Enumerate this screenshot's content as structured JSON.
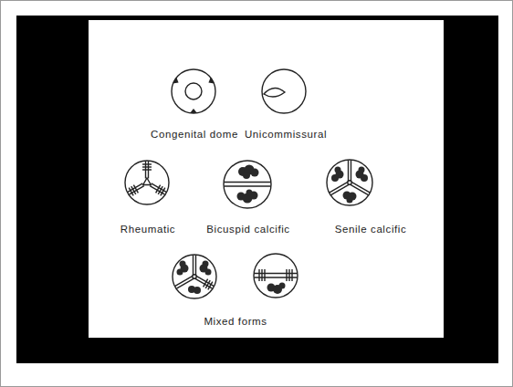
{
  "diagram": {
    "labels": [
      "Congenital dome",
      "Unicommissural",
      "Rheumatic",
      "Bicuspid calcific",
      "Senile calcific",
      "Mixed forms"
    ]
  }
}
